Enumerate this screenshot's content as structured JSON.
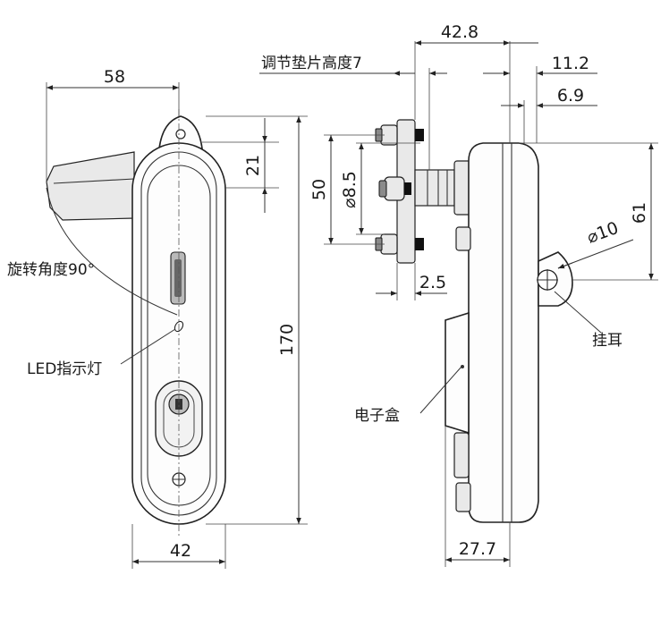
{
  "labels": {
    "rotation_angle": "旋转角度90°",
    "led_indicator": "LED指示灯",
    "electronic_box": "电子盒",
    "hanging_ear": "挂耳",
    "shim_height": "调节垫片高度7"
  },
  "dimensions": {
    "handle_width_top": "58",
    "handle_top_offset": "21",
    "handle_height": "170",
    "handle_width_bottom": "42",
    "side_depth_total": "42.8",
    "side_11_2": "11.2",
    "side_6_9": "6.9",
    "stud_spacing": "50",
    "shaft_diameter": "⌀8.5",
    "plate_thickness": "2.5",
    "ear_height": "61",
    "ear_hole": "⌀10",
    "box_depth": "27.7"
  }
}
